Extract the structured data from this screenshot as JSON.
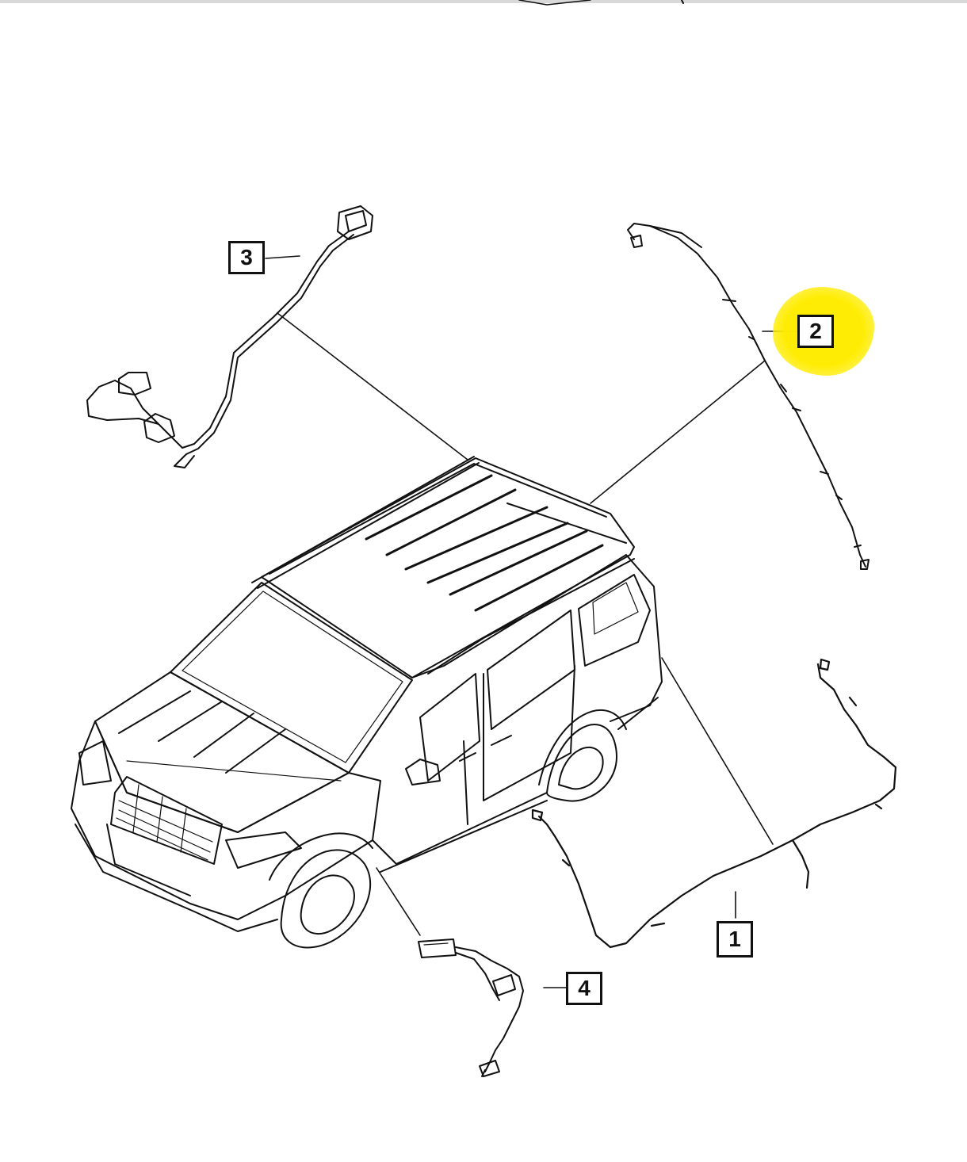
{
  "diagram": {
    "callouts": [
      {
        "id": "callout-1",
        "label": "1",
        "part": "rear-harness"
      },
      {
        "id": "callout-2",
        "label": "2",
        "part": "roof-harness",
        "highlighted": true
      },
      {
        "id": "callout-3",
        "label": "3",
        "part": "jumper-harness"
      },
      {
        "id": "callout-4",
        "label": "4",
        "part": "front-jumper-harness"
      }
    ],
    "highlight_color": "#FFEC00",
    "line_color": "#111111"
  }
}
